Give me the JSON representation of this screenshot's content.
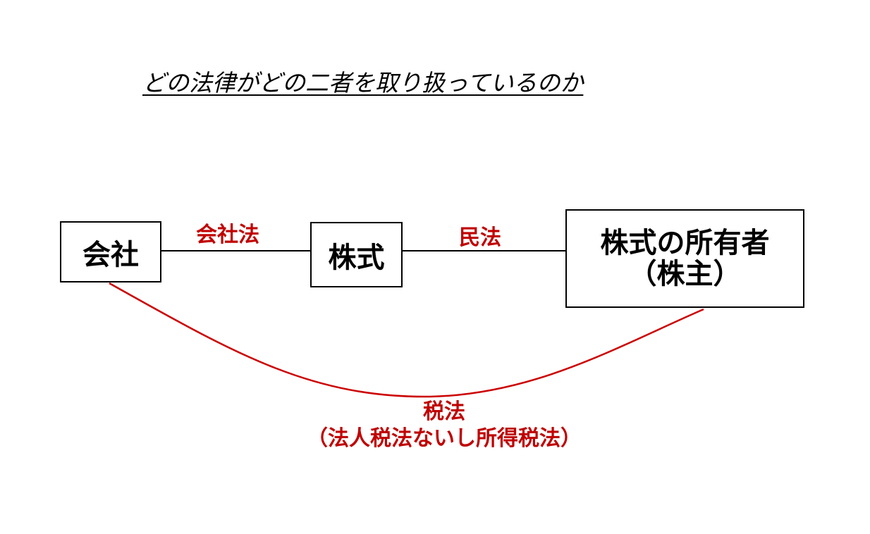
{
  "title": "どの法律がどの二者を取り扱っているのか",
  "nodes": {
    "company": "会社",
    "shares": "株式",
    "owner_line1": "株式の所有者",
    "owner_line2": "（株主）"
  },
  "edges": {
    "company_shares": "会社法",
    "shares_owner": "民法",
    "tax_line1": "税法",
    "tax_line2": "（法人税法ないし所得税法）"
  },
  "colors": {
    "line": "#000000",
    "law_label": "#c00000"
  }
}
